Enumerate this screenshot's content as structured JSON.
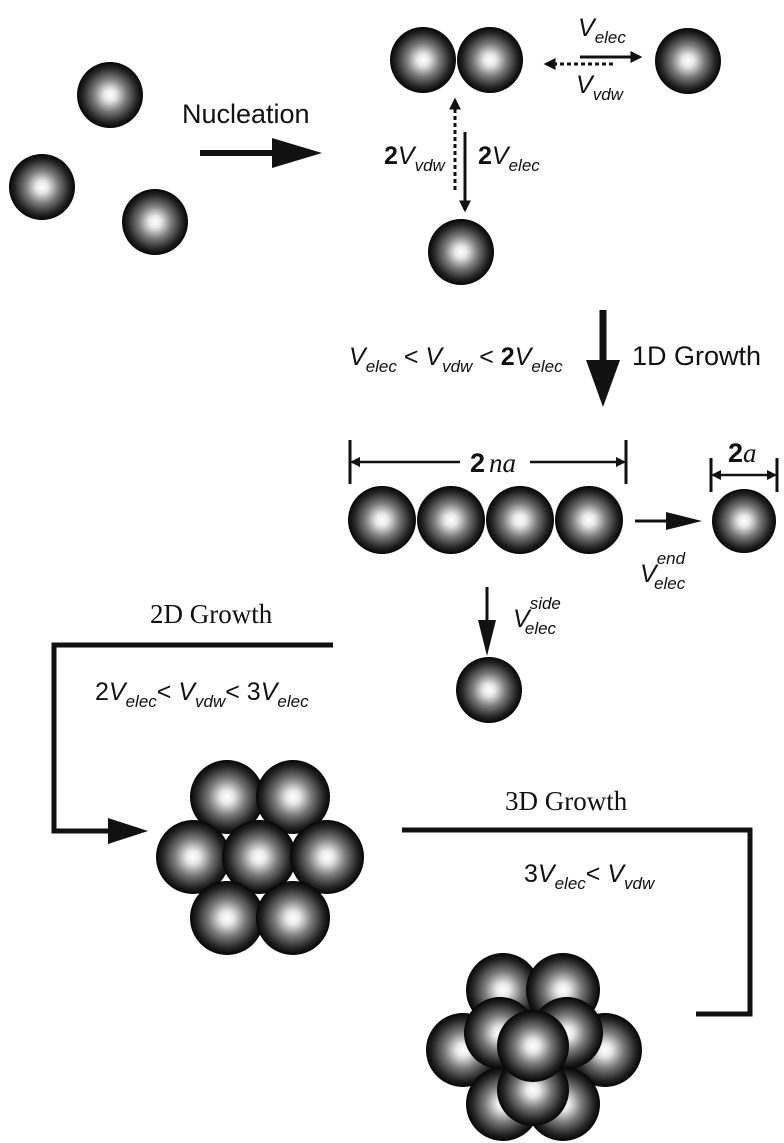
{
  "stages": {
    "nucleation": {
      "label": "Nucleation"
    },
    "growth_1d": {
      "label": "1D Growth",
      "condition": {
        "a": "V",
        "a_sub": "elec",
        "lt1": " < ",
        "b": "V",
        "b_sub": "vdw",
        "lt2": " < ",
        "c_coef": "2",
        "c": "V",
        "c_sub": "elec"
      }
    },
    "growth_2d": {
      "label": "2D Growth",
      "condition": {
        "a_coef": "2",
        "a": "V",
        "a_sub": "elec",
        "lt1": "< ",
        "b": "V",
        "b_sub": "vdw",
        "lt2": "< ",
        "c_coef": "3",
        "c": "V",
        "c_sub": "elec"
      }
    },
    "growth_3d": {
      "label": "3D Growth",
      "condition": {
        "a_coef": "3",
        "a": "V",
        "a_sub": "elec",
        "lt1": "< ",
        "b": "V",
        "b_sub": "vdw"
      }
    }
  },
  "labels": {
    "pair_top": {
      "v": "V",
      "sub": "elec"
    },
    "pair_bottom": {
      "v": "V",
      "sub": "vdw"
    },
    "vertical_left": {
      "coef": "2",
      "v": "V",
      "sub": "vdw"
    },
    "vertical_right": {
      "coef": "2",
      "v": "V",
      "sub": "elec"
    },
    "chain_length": {
      "coef": "2",
      "var": "na"
    },
    "diameter": {
      "coef": "2",
      "var": "a"
    },
    "side": {
      "v": "V",
      "sub": "elec",
      "sup": "side"
    },
    "end": {
      "v": "V",
      "sub": "elec",
      "sup": "end"
    }
  }
}
